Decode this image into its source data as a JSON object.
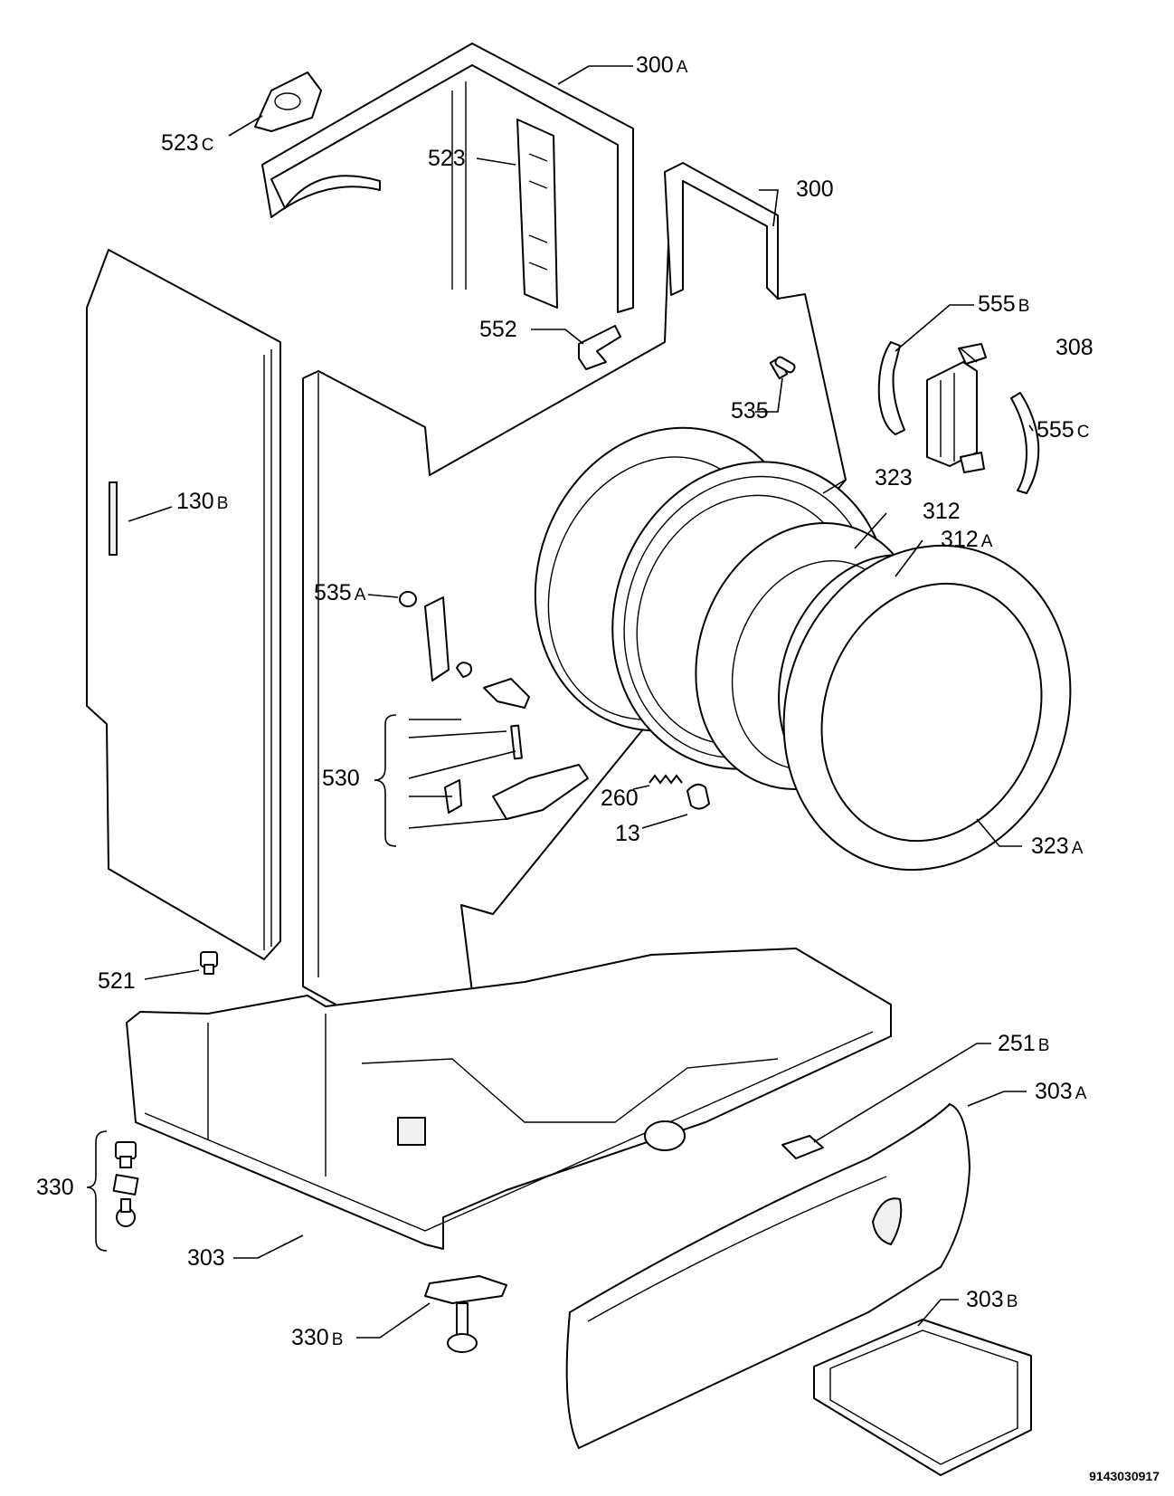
{
  "labels": [
    {
      "id": "300A",
      "num": "300",
      "suffix": "A"
    },
    {
      "id": "523C",
      "num": "523",
      "suffix": "C"
    },
    {
      "id": "523",
      "num": "523",
      "suffix": ""
    },
    {
      "id": "300",
      "num": "300",
      "suffix": ""
    },
    {
      "id": "555B",
      "num": "555",
      "suffix": "B"
    },
    {
      "id": "552",
      "num": "552",
      "suffix": ""
    },
    {
      "id": "308",
      "num": "308",
      "suffix": ""
    },
    {
      "id": "535",
      "num": "535",
      "suffix": ""
    },
    {
      "id": "555C",
      "num": "555",
      "suffix": "C"
    },
    {
      "id": "130B",
      "num": "130",
      "suffix": "B"
    },
    {
      "id": "323",
      "num": "323",
      "suffix": ""
    },
    {
      "id": "312",
      "num": "312",
      "suffix": ""
    },
    {
      "id": "312A",
      "num": "312",
      "suffix": "A"
    },
    {
      "id": "535A",
      "num": "535",
      "suffix": "A"
    },
    {
      "id": "530",
      "num": "530",
      "suffix": ""
    },
    {
      "id": "260",
      "num": "260",
      "suffix": ""
    },
    {
      "id": "13",
      "num": "13",
      "suffix": ""
    },
    {
      "id": "323A",
      "num": "323",
      "suffix": "A"
    },
    {
      "id": "521",
      "num": "521",
      "suffix": ""
    },
    {
      "id": "251B",
      "num": "251",
      "suffix": "B"
    },
    {
      "id": "303A",
      "num": "303",
      "suffix": "A"
    },
    {
      "id": "330",
      "num": "330",
      "suffix": ""
    },
    {
      "id": "303",
      "num": "303",
      "suffix": ""
    },
    {
      "id": "303B",
      "num": "303",
      "suffix": "B"
    },
    {
      "id": "330B",
      "num": "330",
      "suffix": "B"
    }
  ],
  "document_number": "9143030917"
}
